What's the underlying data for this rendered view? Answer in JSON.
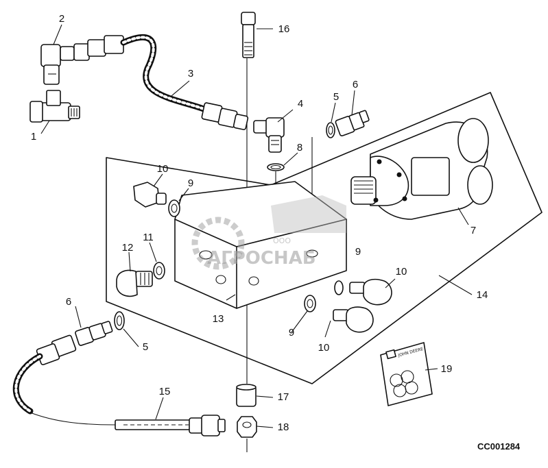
{
  "diagram": {
    "callouts": [
      "1",
      "2",
      "3",
      "4",
      "5",
      "6",
      "7",
      "8",
      "9",
      "10",
      "11",
      "12",
      "13",
      "14",
      "15",
      "16",
      "17",
      "18",
      "19"
    ],
    "extra_labels": {
      "label_9_hidden": "9"
    },
    "image_code": "CC001284",
    "decal_text": "JOHN DEERE"
  },
  "watermark": {
    "company": "АГРОСНАБ",
    "prefix": "ООО"
  },
  "colors": {
    "ink": "#111111",
    "background": "#ffffff",
    "watermark": "#9a9a9a"
  }
}
